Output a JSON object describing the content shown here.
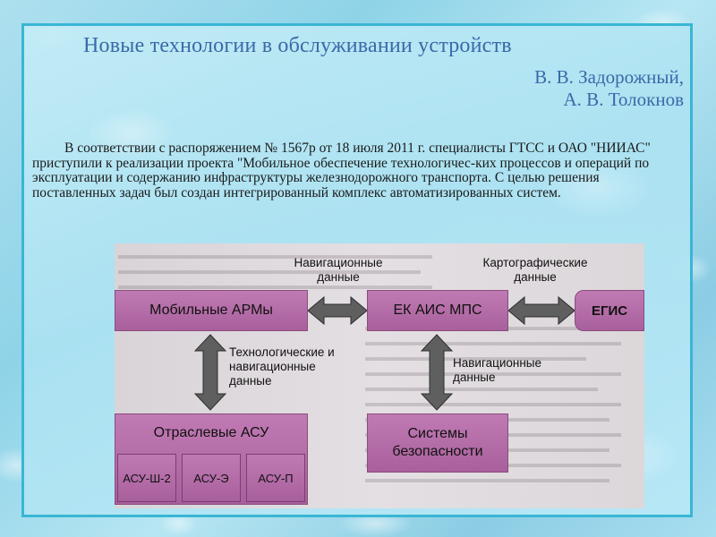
{
  "slide": {
    "title": "Новые технологии в обслуживании устройств",
    "author_1": "В. В. Задорожный,",
    "author_2": "А. В. Толокнов",
    "intro_text": "В соответствии с распоряжением № 1567р от 18 июля 2011 г. специалисты ГТСС и ОАО \"НИИАС\" приступили к реализации проекта \"Мобильное обеспечение технологичес-ких процессов и операций по эксплуатации и содержанию инфраструктуры железнодорожного транспорта. С целью решения поставленных задач был создан интегрированный комплекс автоматизированных систем."
  },
  "diagram": {
    "nodes": {
      "mobile_arm": "Мобильные АРМы",
      "ek_ais_mps": "ЕК АИС МПС",
      "egis": "ЕГИС",
      "branch_asu": "Отраслевые АСУ",
      "security_systems": "Системы безопасности",
      "asu_sh2": "АСУ-Ш-2",
      "asu_e": "АСУ-Э",
      "asu_p": "АСУ-П"
    },
    "edges": {
      "mobile_to_ek": "Навигационные данные",
      "ek_to_egis": "Картографические данные",
      "mobile_to_asu": "Технологические и навигационные данные",
      "ek_to_security": "Навигационные данные"
    }
  },
  "colors": {
    "title": "#3a6aa8",
    "frame_border": "#39b6d4",
    "box_fill": "#b46ea8",
    "arrow_fill": "#5f5f5f"
  }
}
